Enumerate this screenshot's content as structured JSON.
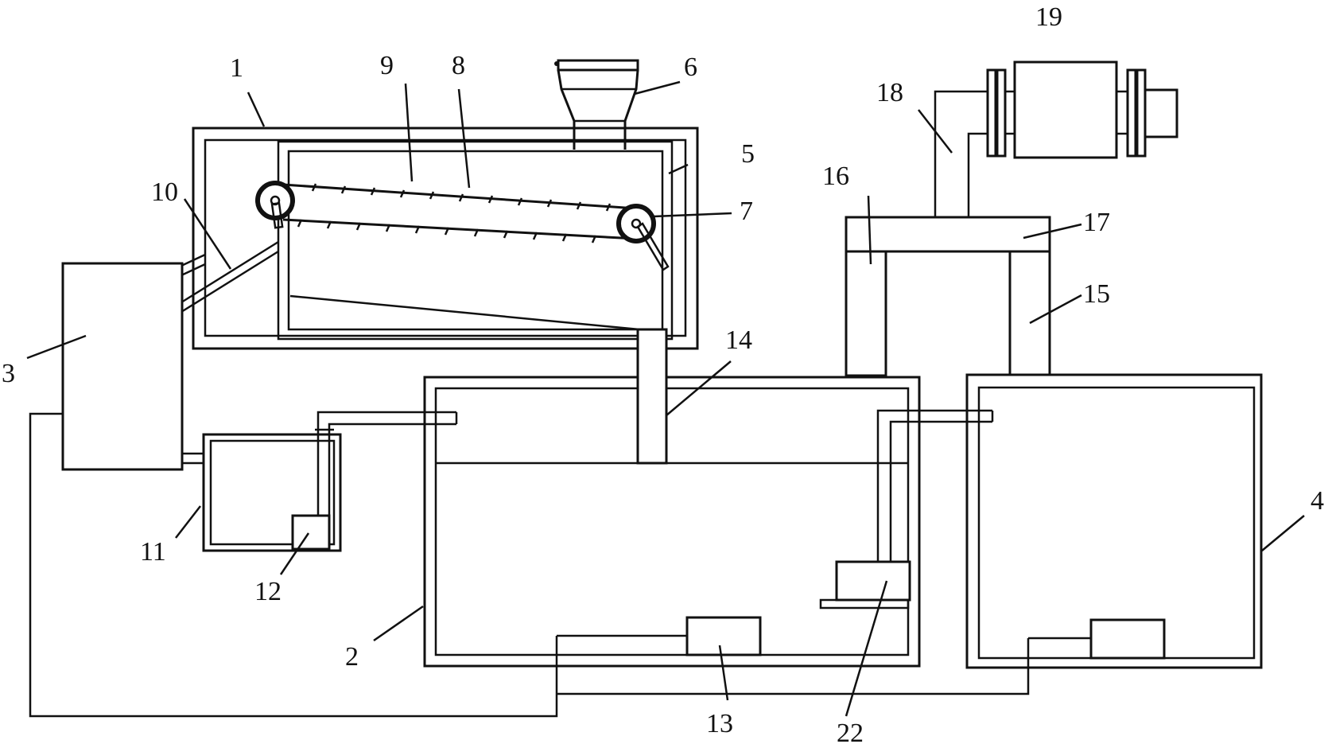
{
  "labels": {
    "l1": "1",
    "l2": "2",
    "l3": "3",
    "l4": "4",
    "l5": "5",
    "l6": "6",
    "l7": "7",
    "l8": "8",
    "l9": "9",
    "l10": "10",
    "l11": "11",
    "l12": "12",
    "l13": "13",
    "l14": "14",
    "l15": "15",
    "l16": "16",
    "l17": "17",
    "l18": "18",
    "l19": "19",
    "l22": "22"
  },
  "colors": {
    "line": "#111111",
    "background": "#ffffff"
  }
}
